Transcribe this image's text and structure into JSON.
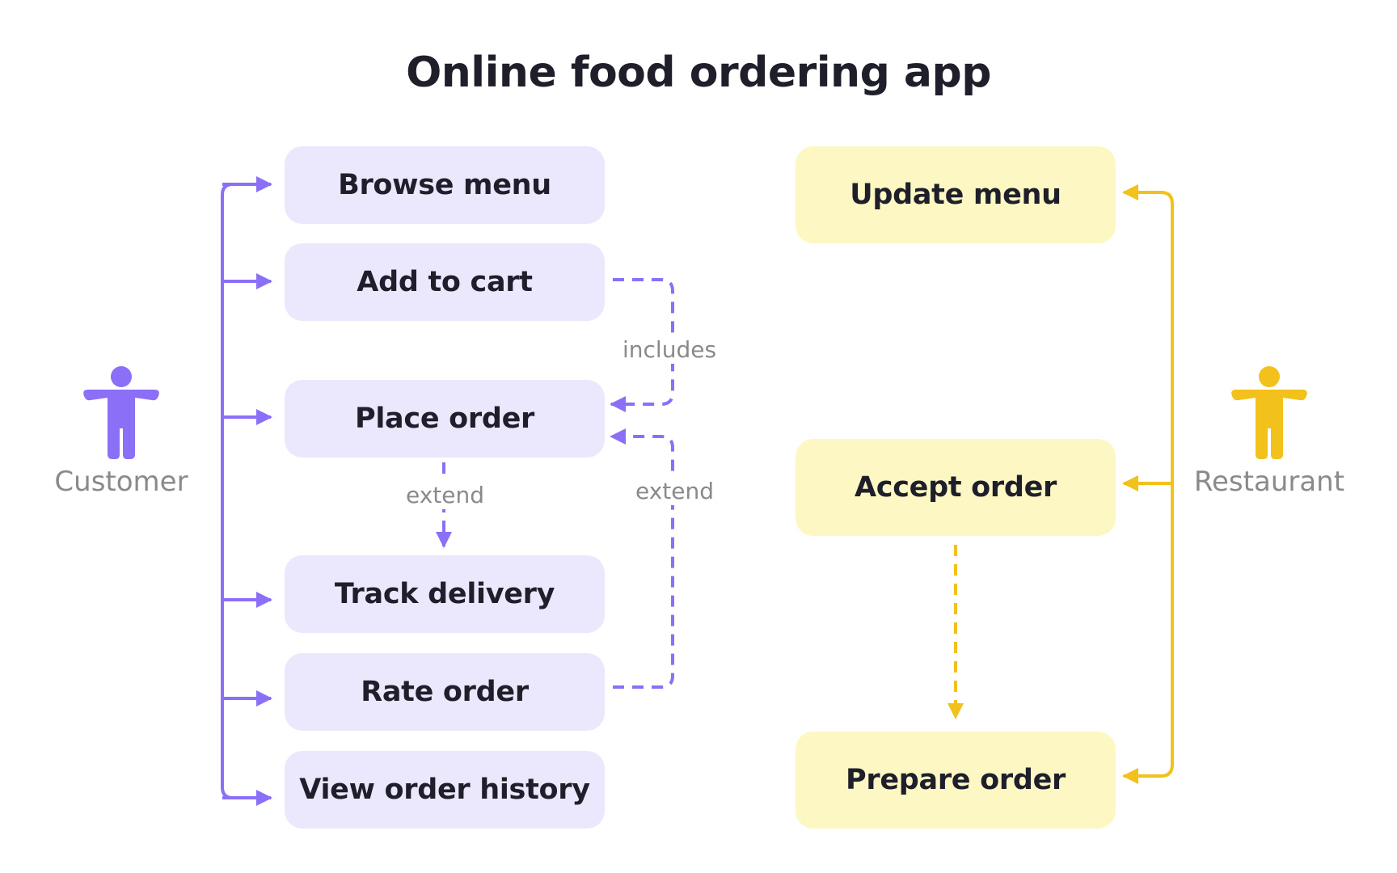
{
  "title": "Online food ordering app",
  "colors": {
    "customer_accent": "#8b6ff7",
    "customer_box": "#ebe7fd",
    "restaurant_accent": "#f3c11b",
    "restaurant_box": "#fdf7c3",
    "label_gray": "#8a8a8a",
    "text_dark": "#1f1f2b"
  },
  "actors": {
    "customer": {
      "label": "Customer",
      "icon": "person-icon"
    },
    "restaurant": {
      "label": "Restaurant",
      "icon": "person-icon"
    }
  },
  "customer_use_cases": [
    "Browse menu",
    "Add to cart",
    "Place order",
    "Track delivery",
    "Rate order",
    "View order history"
  ],
  "restaurant_use_cases": [
    "Update menu",
    "Accept order",
    "Prepare order"
  ],
  "relations": [
    {
      "from": "Add to cart",
      "to": "Place order",
      "label": "includes"
    },
    {
      "from": "Place order",
      "to": "Track delivery",
      "label": "extend"
    },
    {
      "from": "Rate order",
      "to": "Place order",
      "label": "extend"
    },
    {
      "from": "Accept order",
      "to": "Prepare order",
      "label": ""
    }
  ]
}
